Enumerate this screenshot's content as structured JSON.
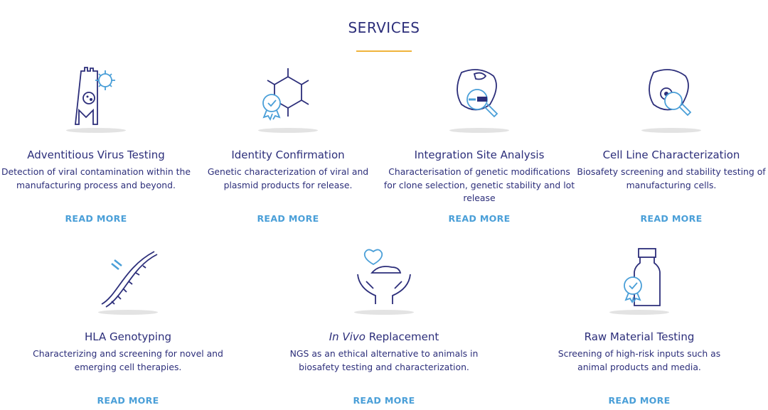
{
  "header": {
    "title": "SERVICES"
  },
  "colors": {
    "navy": "#2c2e7a",
    "accent": "#4a9fd8",
    "rule": "#f0b43c"
  },
  "services": [
    {
      "title": "Adventitious Virus Testing",
      "desc": "Detection of viral contamination within the manufacturing process and beyond.",
      "link": "READ MORE",
      "icon": "bioreactor-virus-icon"
    },
    {
      "title": "Identity Confirmation",
      "desc": "Genetic characterization of viral and plasmid products for release.",
      "link": "READ MORE",
      "icon": "molecule-badge-icon"
    },
    {
      "title": "Integration Site Analysis",
      "desc": "Characterisation of genetic modifications for clone selection, genetic stability and lot release",
      "link": "READ MORE",
      "icon": "cell-magnifier-icon"
    },
    {
      "title": "Cell Line Characterization",
      "desc": "Biosafety screening and stability testing of manufacturing cells.",
      "link": "READ MORE",
      "icon": "cell-virus-magnifier-icon"
    },
    {
      "title": "HLA Genotyping",
      "desc": "Characterizing and screening for novel and emerging cell therapies.",
      "link": "READ MORE",
      "icon": "dna-icon"
    },
    {
      "title_italic": "In Vivo",
      "title": " Replacement",
      "desc": "NGS as an ethical alternative to animals in biosafety testing and characterization.",
      "link": "READ MORE",
      "icon": "hands-mouse-heart-icon"
    },
    {
      "title": "Raw Material Testing",
      "desc": "Screening of high-risk inputs such as animal products and media.",
      "link": "READ MORE",
      "icon": "bottle-badge-icon"
    }
  ]
}
